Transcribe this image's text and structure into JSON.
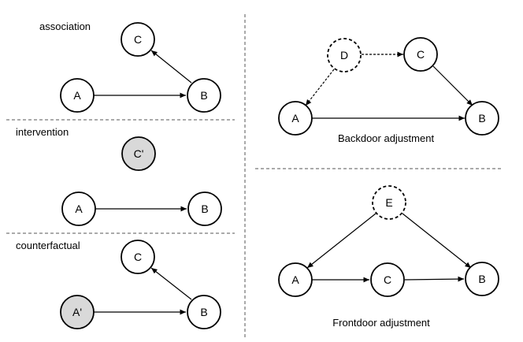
{
  "sections": {
    "association": "association",
    "intervention": "intervention",
    "counterfactual": "counterfactual"
  },
  "captions": {
    "backdoor": "Backdoor adjustment",
    "frontdoor": "Frontdoor adjustment"
  },
  "diagrams": {
    "association": {
      "nodes": {
        "a": "A",
        "b": "B",
        "c": "C"
      },
      "edges": [
        [
          "A",
          "B"
        ],
        [
          "B",
          "C"
        ]
      ]
    },
    "intervention": {
      "nodes": {
        "a": "A",
        "b": "B",
        "c": "C'"
      },
      "edges": [
        [
          "A",
          "B"
        ]
      ]
    },
    "counterfactual": {
      "nodes": {
        "a": "A'",
        "b": "B",
        "c": "C"
      },
      "edges": [
        [
          "A'",
          "B"
        ],
        [
          "B",
          "C"
        ]
      ]
    },
    "backdoor": {
      "nodes": {
        "a": "A",
        "b": "B",
        "c": "C",
        "d": "D"
      },
      "edges": [
        [
          "D",
          "A"
        ],
        [
          "D",
          "C"
        ],
        [
          "C",
          "B"
        ],
        [
          "A",
          "B"
        ]
      ]
    },
    "frontdoor": {
      "nodes": {
        "a": "A",
        "b": "B",
        "c": "C",
        "e": "E"
      },
      "edges": [
        [
          "E",
          "A"
        ],
        [
          "E",
          "B"
        ],
        [
          "A",
          "C"
        ],
        [
          "C",
          "B"
        ]
      ]
    }
  },
  "colors": {
    "stroke": "#000000",
    "shaded_node": "#d9d9d9",
    "divider": "#555555"
  }
}
